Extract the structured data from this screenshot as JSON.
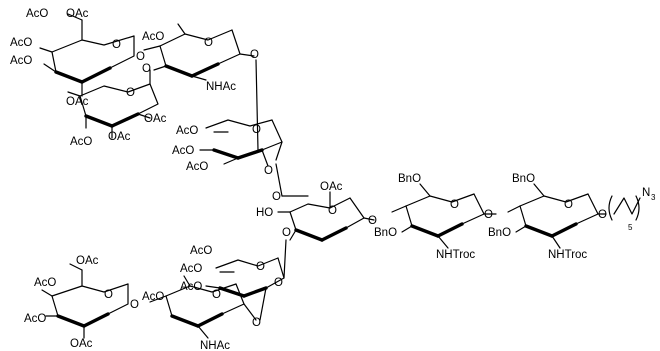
{
  "labels": {
    "ac_oac_1": "AcO",
    "oac_1": "OAc",
    "aco_a1": "AcO",
    "aco_a2": "AcO",
    "oac_a3": "OAc",
    "aco_b1": "AcO",
    "nhac_1": "NHAc",
    "oac_f1": "OAc",
    "aco_f2": "AcO",
    "oac_f3": "OAc",
    "aco_m1": "AcO",
    "aco_m2": "AcO",
    "aco_m3": "AcO",
    "oac_c1": "OAc",
    "ho": "HO",
    "bno_1": "BnO",
    "bno_2": "BnO",
    "nhtroc_1": "NHTroc",
    "bno_3": "BnO",
    "bno_4": "BnO",
    "nhtroc_2": "NHTroc",
    "n3": "N",
    "n3_sub": "3",
    "five": "5",
    "aco_m4": "AcO",
    "aco_m5": "AcO",
    "aco_m6": "AcO",
    "oac_g1": "OAc",
    "aco_g2": "AcO",
    "aco_g3": "AcO",
    "oac_g4": "OAc",
    "aco_h1": "AcO",
    "nhac_2": "NHAc",
    "o_rings": "O"
  }
}
